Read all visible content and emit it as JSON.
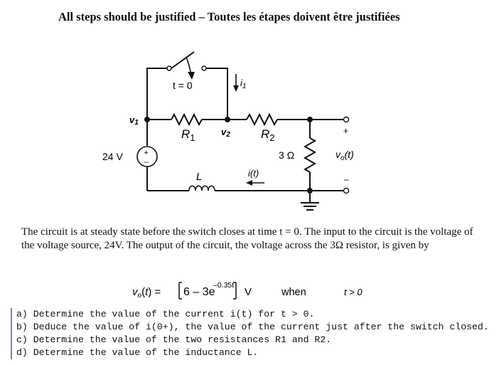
{
  "header": {
    "title": "All steps should be justified – Toutes les étapes doivent être justifiées"
  },
  "circuit": {
    "switch_label": "t = 0",
    "current_i1": "i1",
    "node_v1": "v1",
    "node_v2": "v2",
    "resistor_r1": "R1",
    "resistor_r2": "R2",
    "source_value": "24 V",
    "inductor_label": "L",
    "current_i": "i(t)",
    "resistor_3ohm": "3 Ω",
    "output_label": "vo(t)",
    "plus_sign": "+",
    "minus_sign": "–"
  },
  "description": {
    "text": "The circuit is at steady state before the switch closes at time t = 0. The input to the circuit is the voltage of the voltage source, 24V. The output of the circuit, the voltage across the 3Ω resistor, is given by"
  },
  "equation": {
    "lhs": "vo(t) =",
    "body": "6 – 3e",
    "exponent": "–0.35t",
    "unit": "V",
    "when": "when",
    "condition": "t > 0"
  },
  "questions": [
    "a) Determine the value of the current i(t) for t > 0.",
    "b) Deduce the value of i(0+), the value of the current just after the switch closed.",
    "c) Determine the value of the two resistances R1 and R2.",
    "d) Determine the value of the inductance L."
  ]
}
